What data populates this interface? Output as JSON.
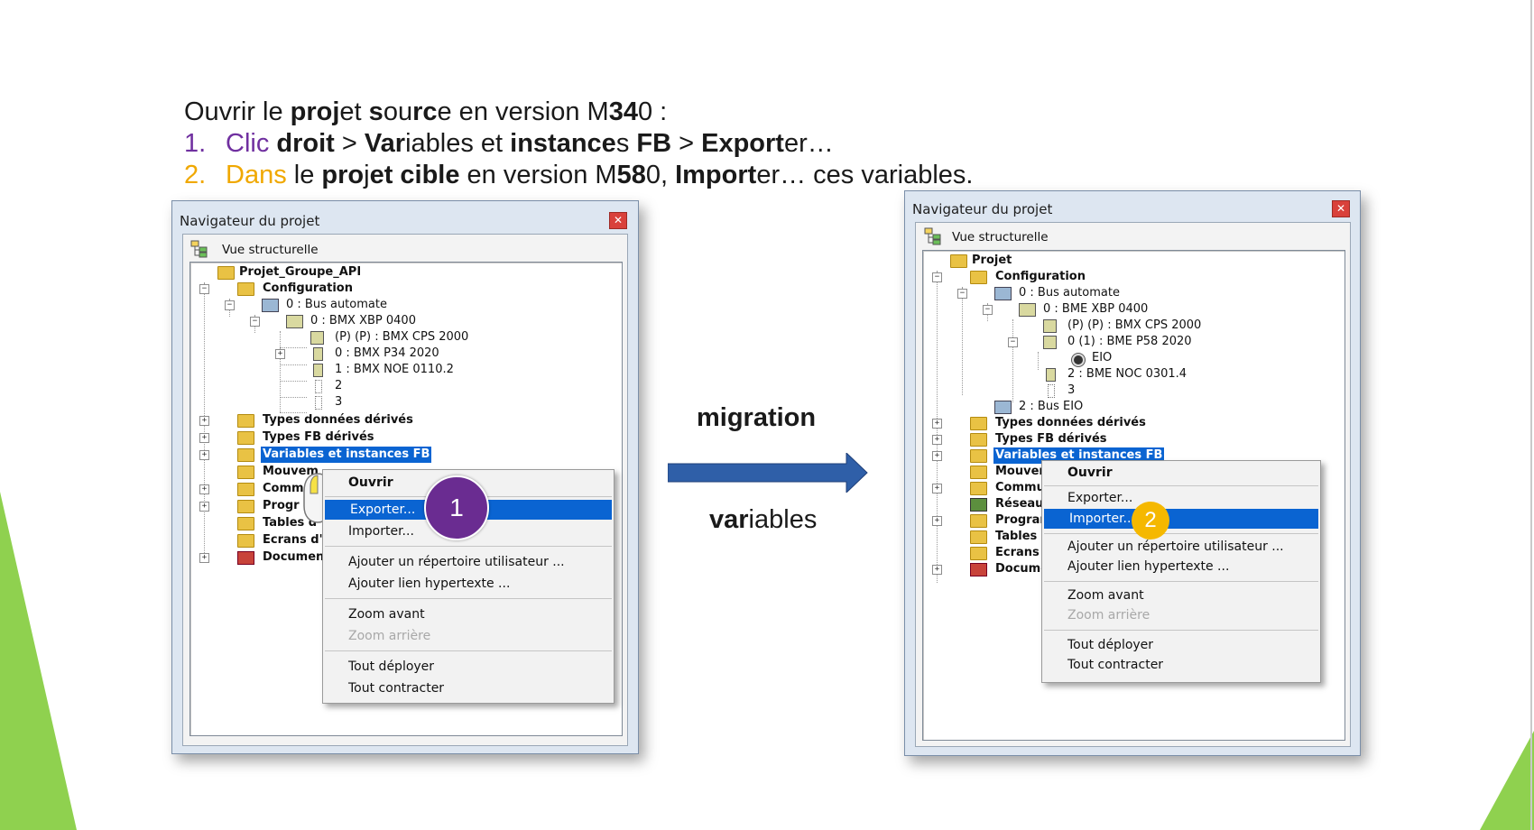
{
  "colors": {
    "accent_purple": "#7030a0",
    "accent_gold": "#f0a800",
    "selection_blue": "#0a64d2",
    "arrow_blue": "#2f5fa8",
    "slide_green": "#8fd14f"
  },
  "instructions": {
    "line0": {
      "a": "Ouvrir le ",
      "b1": "proj",
      "c": "et ",
      "b2": "s",
      "d": "ou",
      "b3": "rc",
      "e": "e en version M",
      "b4": "34",
      "f": "0 :"
    },
    "line1": {
      "num": "1.",
      "a": "Clic",
      "b1": "droit",
      "c": " > ",
      "b2": "Var",
      "d": "iables et ",
      "b3": "instance",
      "e": "s ",
      "b4": "FB",
      "f": " > ",
      "b5": "Export",
      "g": "er…"
    },
    "line2": {
      "num": "2.",
      "a": "Dans",
      "c": " le ",
      "b1": "pro",
      "d": "j",
      "b2": "et cible",
      "e": " en version M",
      "b3": "58",
      "f": "0, ",
      "b4": "Import",
      "g": "er… ces variables."
    }
  },
  "left_window": {
    "title": "Navigateur du projet",
    "view": "Vue structurelle",
    "tree": [
      "Projet_Groupe_API",
      "Configuration",
      "0 : Bus automate",
      "0 : BMX XBP 0400",
      "(P) (P) : BMX CPS 2000",
      "0 : BMX P34 2020",
      "1 : BMX NOE 0110.2",
      "2",
      "3",
      "Types données dérivés",
      "Types FB dérivés",
      "Variables et instances FB",
      "Mouvem",
      "Comm",
      "Progr",
      "Tables d'",
      "Ecrans d'",
      "Documen"
    ],
    "menu": [
      "Ouvrir",
      "Exporter...",
      "Importer...",
      "Ajouter un répertoire utilisateur ...",
      "Ajouter lien hypertexte ...",
      "Zoom avant",
      "Zoom arrière",
      "Tout déployer",
      "Tout contracter"
    ],
    "badge": "1"
  },
  "right_window": {
    "title": "Navigateur du projet",
    "view": "Vue structurelle",
    "tree": [
      "Projet",
      "Configuration",
      "0 : Bus automate",
      "0 : BME XBP 0400",
      "(P) (P) : BMX CPS 2000",
      "0 (1) : BME P58 2020",
      "EIO",
      "2 : BME NOC 0301.4",
      "3",
      "2 : Bus EIO",
      "Types données dérivés",
      "Types FB dérivés",
      "Variables et instances FB",
      "Mouven",
      "Commu",
      "Réseau",
      "Program",
      "Tables d",
      "Ecrans c",
      "Docume"
    ],
    "menu": [
      "Ouvrir",
      "Exporter...",
      "Importer...",
      "Ajouter un répertoire utilisateur ...",
      "Ajouter lien hypertexte ...",
      "Zoom avant",
      "Zoom arrière",
      "Tout déployer",
      "Tout contracter"
    ],
    "badge": "2"
  },
  "arrow": {
    "top_word": "migration",
    "bottom_b": "var",
    "bottom_rest": "iables"
  }
}
